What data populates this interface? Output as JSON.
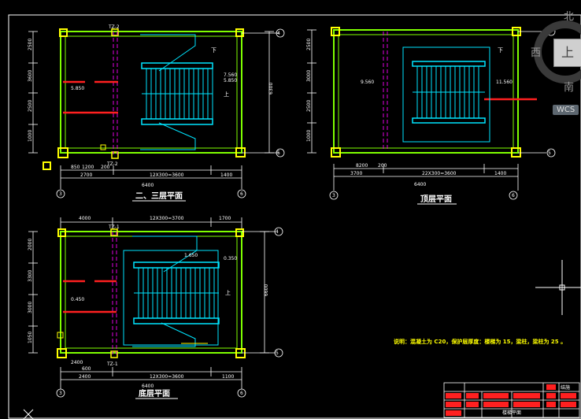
{
  "plans": {
    "p1": {
      "title": "二、三层平面",
      "tz_top": "TZ-2",
      "tz_bottom": "TZ-2",
      "grid_top": "4",
      "grid_bottom": "5",
      "grid_left": "3",
      "grid_right": "6",
      "dim_total": "6400",
      "dim_a": "2700",
      "dim_b": "12X300=3600",
      "dim_c": "1400",
      "dim_d": "1200",
      "dim_e": "850",
      "dim_f": "200",
      "elev1": "7.560",
      "elev2": "5.850",
      "elev_left": "5.850",
      "up": "上",
      "down": "下",
      "dim_r": "6300",
      "dim_l1": "2500",
      "dim_l2": "3600",
      "dim_l3": "2500",
      "dim_l4": "1000"
    },
    "p2": {
      "title": "顶层平面",
      "grid_top": "4",
      "grid_bottom": "5",
      "grid_left": "3",
      "grid_right": "6",
      "dim_total": "6400",
      "dim_a": "3700",
      "dim_b": "22X300=3600",
      "dim_c": "1400",
      "dim_d": "8200",
      "dim_e": "200",
      "elev1": "11.560",
      "elev_left": "9.560",
      "down": "下",
      "dim_l1": "2500",
      "dim_l2": "3000",
      "dim_l3": "2500",
      "dim_l4": "1000"
    },
    "p3": {
      "title": "底层平面",
      "tz_top": "TZ-1",
      "tz_bottom": "TZ-1",
      "grid_top": "4",
      "grid_bottom": "5",
      "grid_left": "3",
      "grid_right": "6",
      "dim_top_a": "4000",
      "dim_top_b": "12X300=3700",
      "dim_top_c": "1700",
      "dim_total": "6400",
      "dim_a": "2400",
      "dim_b": "12X300=3600",
      "dim_c": "1100",
      "dim_d": "600",
      "dim_e": "2400",
      "elev1": "1.650",
      "elev2": "0.350",
      "elev_left": "0.450",
      "up": "上",
      "dim_r": "6600",
      "dim_l1": "2000",
      "dim_l2": "3300",
      "dim_l3": "3000",
      "dim_l4": "1050"
    }
  },
  "note": "说明：混凝土为 C20，保护层厚度：楼梯为 15，梁柱，梁柱为 25 。",
  "titleblock": {
    "drawing_name": "楼梯平面",
    "code": "结施"
  },
  "viewcube": {
    "north": "北",
    "south": "南",
    "west": "西",
    "face": "上",
    "wcs": "WCS"
  },
  "colors": {
    "background": "#000000",
    "wall": "#7fff00",
    "dimension": "#ffffff",
    "stair": "#00e5ff",
    "axis": "#e000e0",
    "beam": "#ff2020",
    "column": "#ffff00",
    "note": "#ffff00"
  }
}
